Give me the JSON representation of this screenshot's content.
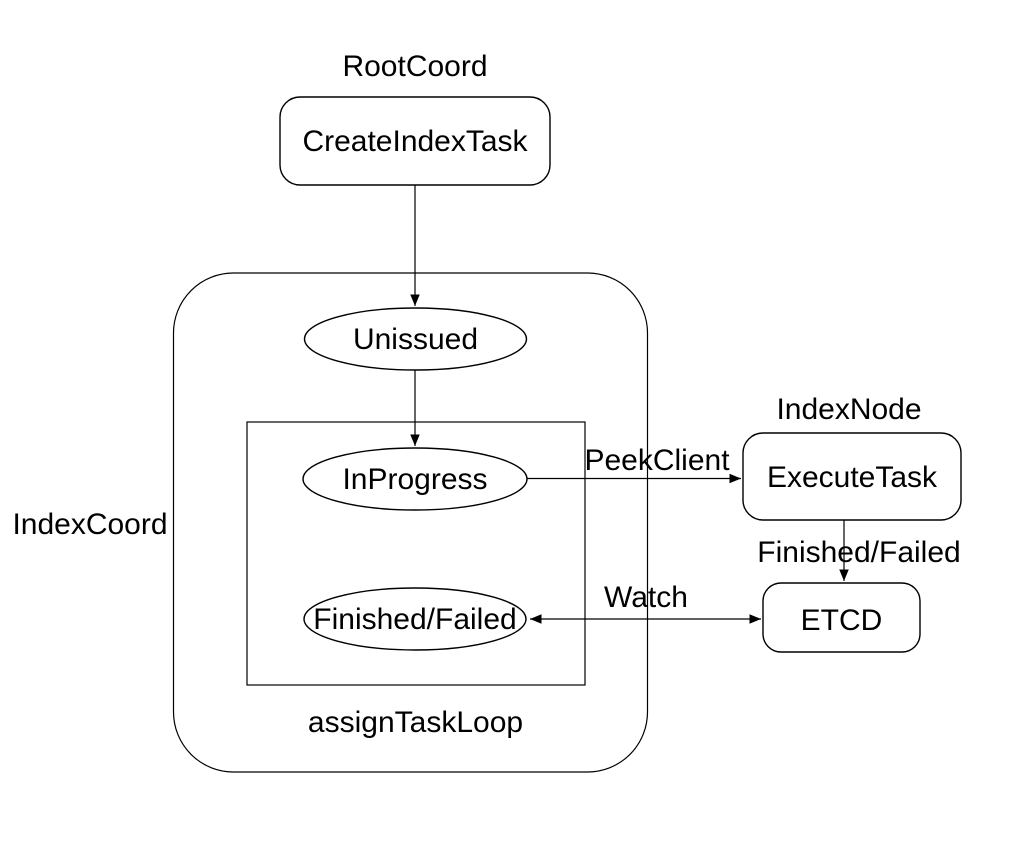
{
  "diagram": {
    "colors": {
      "background": "#ffffff",
      "stroke": "#000000",
      "text": "#000000"
    },
    "labels": {
      "root_coord": "RootCoord",
      "index_coord": "IndexCoord",
      "index_node": "IndexNode",
      "assign_task_loop": "assignTaskLoop"
    },
    "nodes": {
      "create_index_task": {
        "label": "CreateIndexTask",
        "shape": "rounded-rectangle"
      },
      "unissued": {
        "label": "Unissued",
        "shape": "ellipse"
      },
      "in_progress": {
        "label": "InProgress",
        "shape": "ellipse"
      },
      "finished_failed": {
        "label": "Finished/Failed",
        "shape": "ellipse"
      },
      "execute_task": {
        "label": "ExecuteTask",
        "shape": "rounded-rectangle"
      },
      "etcd": {
        "label": "ETCD",
        "shape": "rounded-rectangle"
      }
    },
    "edges": {
      "create_to_unissued": {
        "from": "create_index_task",
        "to": "unissued",
        "label": ""
      },
      "unissued_to_in_progress": {
        "from": "unissued",
        "to": "in_progress",
        "label": ""
      },
      "peek_client": {
        "from": "in_progress",
        "to": "execute_task",
        "label": "PeekClient"
      },
      "finished_failed_edge": {
        "from": "execute_task",
        "to": "etcd",
        "label": "Finished/Failed"
      },
      "watch": {
        "from": "etcd",
        "to": "finished_failed",
        "label": "Watch",
        "bidirectional": true
      }
    }
  }
}
